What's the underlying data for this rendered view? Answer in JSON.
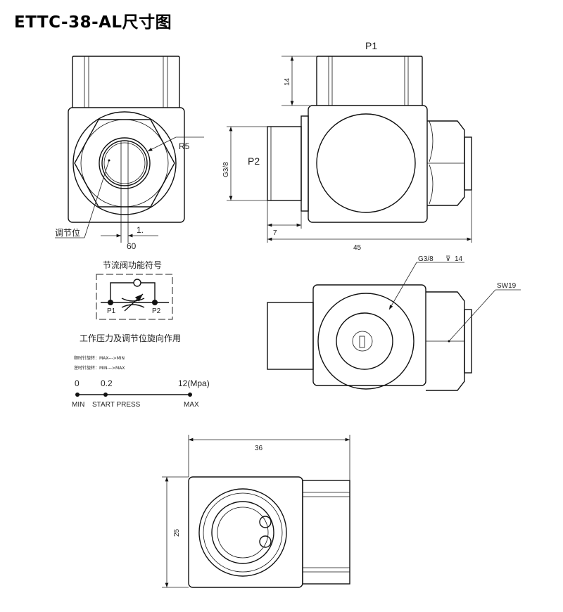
{
  "title": "ETTC-38-AL尺寸图",
  "front_view": {
    "radius_label": "R5",
    "adjust_label": "调节位",
    "dim_slot_a": "1.",
    "dim_slot_b": "60"
  },
  "side_view": {
    "port_top": "P1",
    "port_left": "P2",
    "dim_top_height": "14",
    "dim_thread": "G3/8",
    "dim_port_length": "7",
    "dim_total_length": "45"
  },
  "top_view": {
    "thread_callout": "G3/8",
    "depth_symbol": "⊽",
    "thread_depth": "14",
    "wrench_size": "SW19"
  },
  "bottom_view": {
    "dim_width": "36",
    "dim_height": "25"
  },
  "symbol": {
    "title": "节流阀功能符号",
    "port_1": "P1",
    "port_2": "P2"
  },
  "pressure": {
    "title": "工作压力及调节位旋向作用",
    "clockwise_note": "顺时针旋转：MAX--->MIN",
    "counter_note": "逆时针旋转：MIN--->MAX",
    "ticks": [
      {
        "value": "0",
        "label": "MIN"
      },
      {
        "value": "0.2",
        "label": "START PRESS"
      },
      {
        "value": "12(Mpa)",
        "label": "MAX"
      }
    ]
  }
}
